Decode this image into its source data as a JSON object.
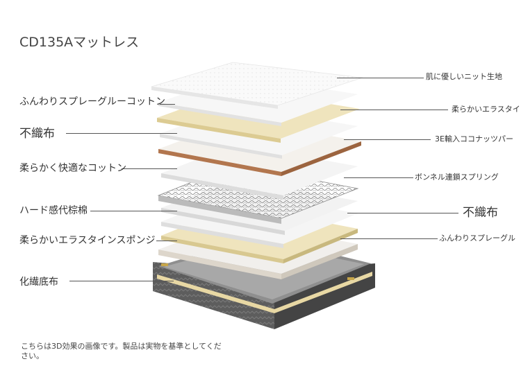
{
  "title": "CD135Aマットレス",
  "footnote": "こちらは3D効果の画像です。製品は実物を基準としてください。",
  "left_labels": [
    "ふんわりスプレーグルーコットン",
    "不織布",
    "柔らかく快適なコットン",
    "ハード感代棕棉",
    "柔らかいエラスタインスポンジ",
    "化繊底布"
  ],
  "right_labels": [
    "肌に優しいニット生地",
    "柔らかいエラスタイ",
    "3E輸入ココナッツパー",
    "ボンネル連鎖スプリング",
    "不織布",
    "ふんわりスプレーグル"
  ],
  "colors": {
    "foam": "#f0ebe3",
    "cream": "#efe4bd",
    "coconut": "#b2764e",
    "spring": "#9a9a9a",
    "base": "#555555"
  }
}
